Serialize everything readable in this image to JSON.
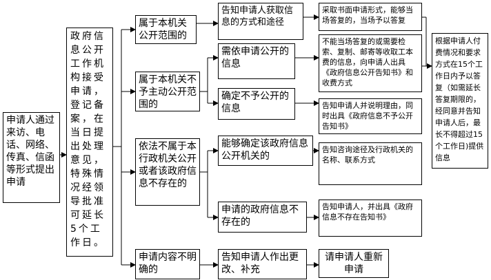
{
  "start": "申请人通过来访、电话、网络、传真、信函等形式提出申请",
  "intake": "政府信息公开工作机构接受申请，登记备案，在当日提出处理意见，特殊情况经领导批准可延长5个工作日。",
  "categories": {
    "public": "属于本机关公开范围的",
    "non_public": "属于本机关不予主动公开范围的",
    "not_ours": "依法不属于本行政机关公开或者该政府信息不存在的",
    "unclear": "申请内容不明确的"
  },
  "step2": {
    "notify_method": "告知申请人获取信息的方式和途径",
    "need_apply": "需依申请公开的信息",
    "not_public": "确定不予公开的信息",
    "can_confirm": "能够确定该政府信息公开机关的",
    "not_exist": "申请的政府信息不存在的",
    "notify_fix": "告知申请人作出更改、补充"
  },
  "step3": {
    "written_reply": "采取书面申请形式，能够当场答复的，当场予以答复",
    "fee_notice": "不能当场答复的或需要检索、复制、邮寄等收取工本费的信息，向申请人出具《政府信息公开告知书》和收费方式",
    "refuse_notice": "告知申请人并说明理由，同时出具《政府信息不予公开告知书》",
    "agency_notice": "告知咨询途径及行政机关的名称、联系方式",
    "nonexist_notice": "告知申请人，并出具《政府信息不存在告知书》",
    "reapply": "请申请人重新申请"
  },
  "final": "根据申请人付费情况和要求方式在15个工作日内予以答复（如需延长答复期限的，经同意并告知申请人后，最长不得超过15个工作日)提供信息"
}
